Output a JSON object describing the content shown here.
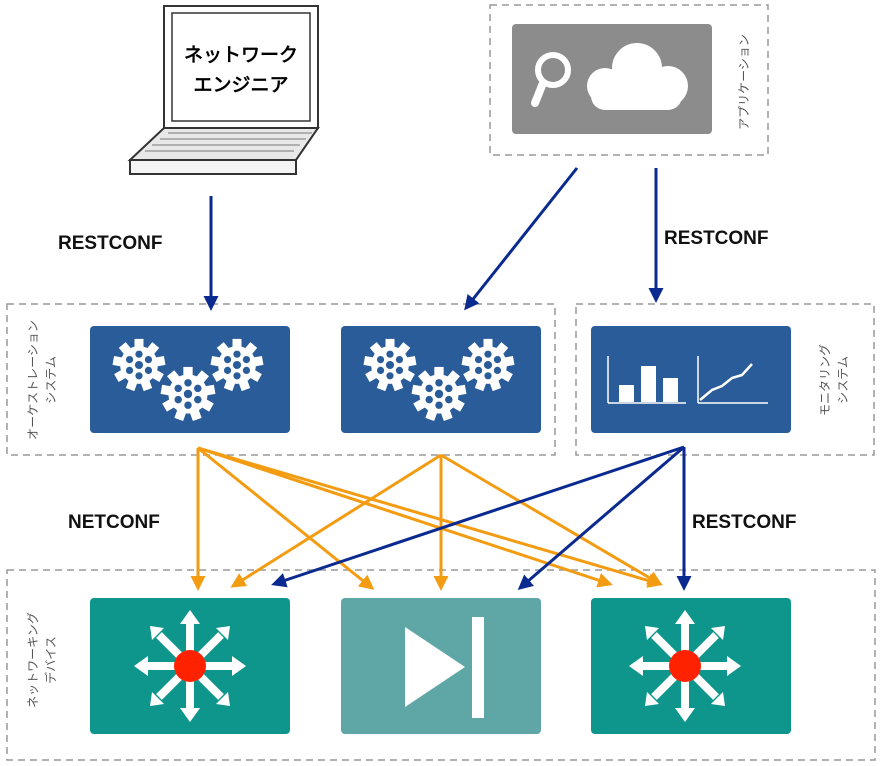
{
  "nodes": {
    "engineer": {
      "label_line1": "ネットワーク",
      "label_line2": "エンジニア"
    },
    "application": {
      "label": "アプリケーション"
    },
    "orchestration": {
      "label_line1": "オーケストレーション",
      "label_line2": "システム"
    },
    "monitoring": {
      "label_line1": "モニタリング",
      "label_line2": "システム"
    },
    "networking": {
      "label_line1": "ネットワーキング",
      "label_line2": "デバイス"
    }
  },
  "protocols": {
    "engineer_to_orchestration": "RESTCONF",
    "app_to_monitoring": "RESTCONF",
    "orchestration_to_devices": "NETCONF",
    "monitoring_to_devices": "RESTCONF"
  },
  "colors": {
    "box_blue": "#2a5c9a",
    "device_teal": "#0f968c",
    "device_teal_light": "#5ea7a6",
    "app_gray": "#8c8c8c",
    "arrow_navy": "#0b2a8f",
    "arrow_orange": "#f39c12",
    "dashed_border": "#999999",
    "hub_red": "#ff2200"
  },
  "icons": {
    "orchestration": [
      "gears-icon",
      "gears-icon"
    ],
    "monitoring": [
      "bar-chart-icon",
      "line-chart-icon"
    ],
    "application": [
      "search-icon",
      "cloud-icon"
    ],
    "devices": [
      "switch-icon",
      "firewall-icon",
      "switch-icon"
    ]
  }
}
